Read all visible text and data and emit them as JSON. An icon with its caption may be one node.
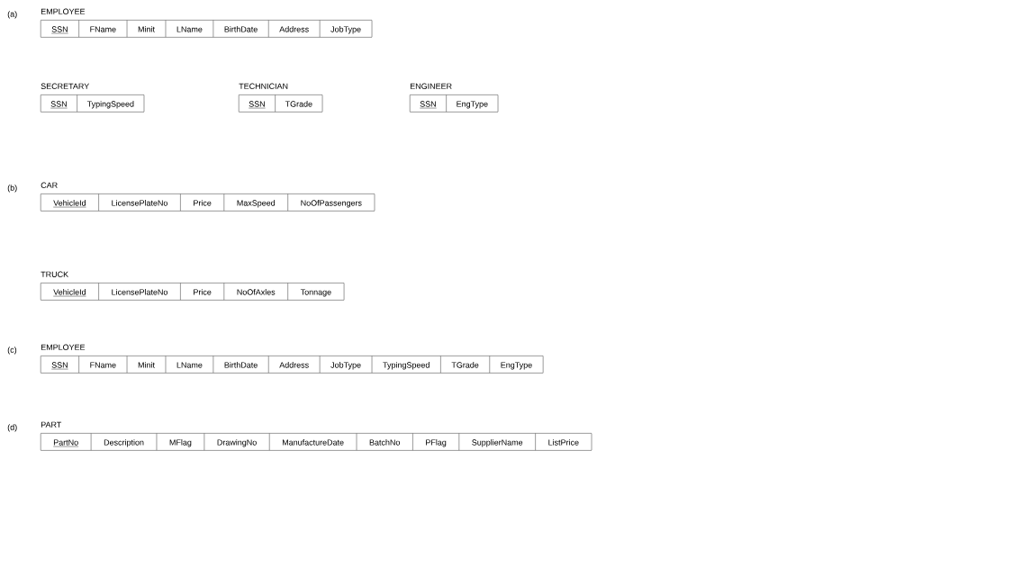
{
  "diagram": {
    "nodes": [
      {
        "text": [
          "EMPLOYEE",
          "SSN",
          "FName",
          "Minit",
          "LName",
          "BirthDate",
          "Address",
          "JobType"
        ]
      },
      {
        "text": [
          "SECRETARY",
          "SSN",
          "TypingSpeed"
        ]
      },
      {
        "text": [
          "TECHNICIAN",
          "SSN",
          "TGrade"
        ]
      },
      {
        "text": [
          "ENGINEER",
          "SSN",
          "EngType"
        ]
      },
      {
        "text": [
          "CAR",
          "VehicleId",
          "LicensePlateNo",
          "Price",
          "MaxSpeed",
          "NoOfPassengers"
        ]
      },
      {
        "text": [
          "TRUCK",
          "VehicleId",
          "LicensePlateNo",
          "Price",
          "NoOfAxles",
          "Tonnage"
        ]
      },
      {
        "text": [
          "EMPLOYEE",
          "SSN",
          "FName",
          "Minit",
          "LName",
          "BirthDate",
          "Address",
          "JobType",
          "TypingSpeed",
          "TGrade",
          "EngType"
        ]
      },
      {
        "text": [
          "PART",
          "PartNo",
          "Description",
          "MFlag",
          "DrawingNo",
          "ManufactureDate",
          "BatchNo",
          "PFlag",
          "SupplierName",
          "ListPrice"
        ]
      }
    ],
    "labels": [
      "(a)",
      "(b)",
      "(c)",
      "(d)"
    ]
  }
}
